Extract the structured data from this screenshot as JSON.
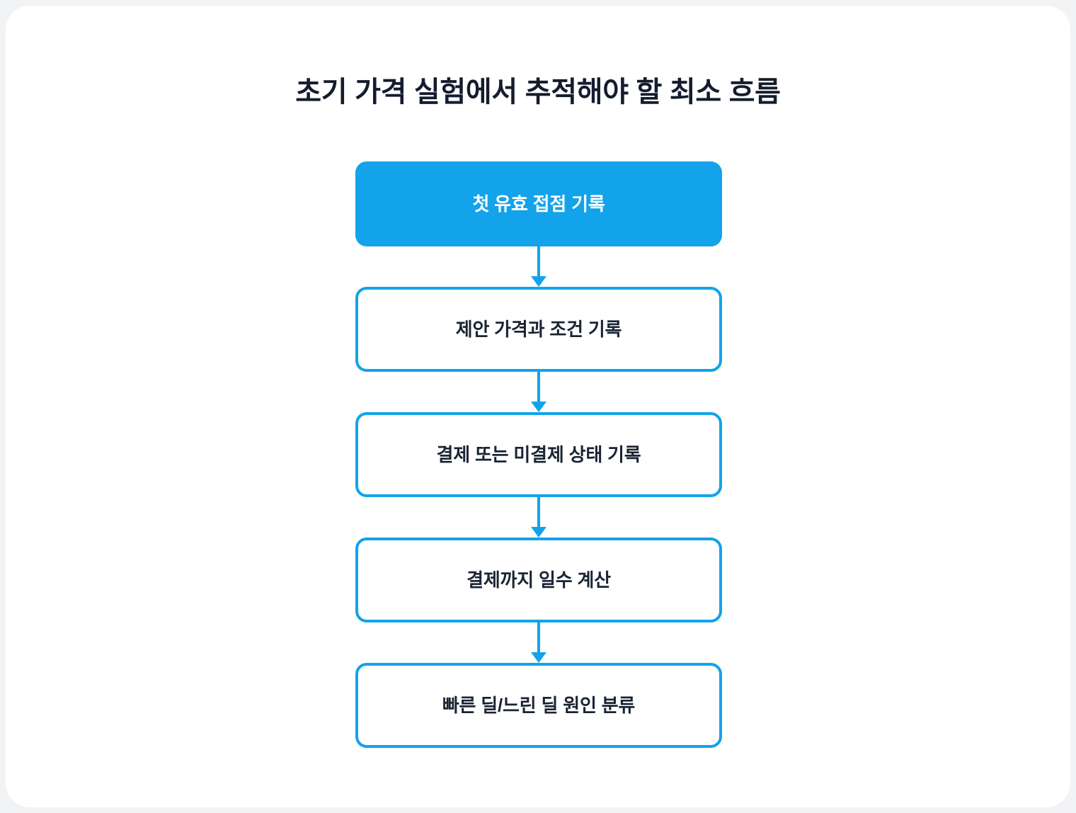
{
  "page": {
    "background_color": "#f2f3f5",
    "card_color": "#ffffff"
  },
  "diagram": {
    "title": "초기 가격 실험에서 추적해야 할 최소 흐름",
    "type": "flowchart",
    "orientation": "vertical",
    "accent_color": "#12a3ea",
    "text_color": "#1a2433",
    "title_color": "#141c2e",
    "nodes": [
      {
        "id": "step-1",
        "label": "첫 유효 접점 기록",
        "style": "primary",
        "fill": "#12a3ea",
        "border": "#12a3ea",
        "text_color": "#ffffff"
      },
      {
        "id": "step-2",
        "label": "제안 가격과 조건 기록",
        "style": "outline",
        "fill": "#ffffff",
        "border": "#12a3ea",
        "text_color": "#1a2433"
      },
      {
        "id": "step-3",
        "label": "결제 또는 미결제 상태 기록",
        "style": "outline",
        "fill": "#ffffff",
        "border": "#12a3ea",
        "text_color": "#1a2433"
      },
      {
        "id": "step-4",
        "label": "결제까지 일수 계산",
        "style": "outline",
        "fill": "#ffffff",
        "border": "#12a3ea",
        "text_color": "#1a2433"
      },
      {
        "id": "step-5",
        "label": "빠른 딜/느린 딜 원인 분류",
        "style": "outline",
        "fill": "#ffffff",
        "border": "#12a3ea",
        "text_color": "#1a2433"
      }
    ],
    "connectors": [
      {
        "from": "step-1",
        "to": "step-2",
        "arrow": "down-arrow-icon"
      },
      {
        "from": "step-2",
        "to": "step-3",
        "arrow": "down-arrow-icon"
      },
      {
        "from": "step-3",
        "to": "step-4",
        "arrow": "down-arrow-icon"
      },
      {
        "from": "step-4",
        "to": "step-5",
        "arrow": "down-arrow-icon"
      }
    ]
  }
}
